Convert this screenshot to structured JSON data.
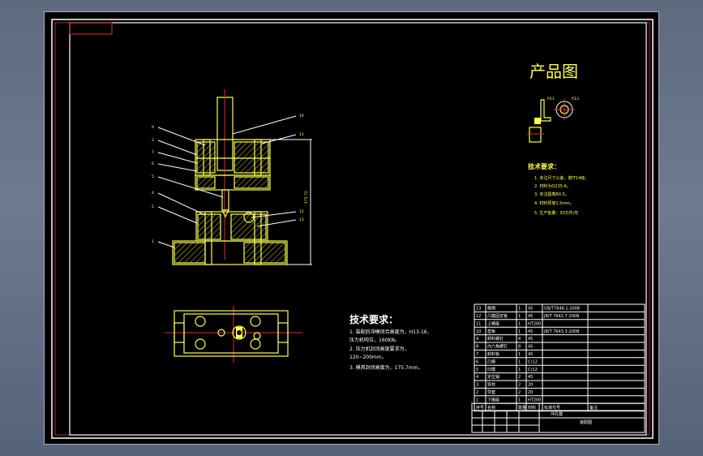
{
  "product_view": {
    "title": "产品图",
    "dims": [
      "R11",
      "R13"
    ],
    "requirements_title": "技术要求：",
    "requirements": [
      "1. 未注尺寸公差，按IT14级。",
      "2. 材料为Q235-A。",
      "3. 未注圆角R0.5。",
      "4. 材料厚度1.5mm。",
      "5. 生产批量：50万件/年"
    ]
  },
  "assembly_view": {
    "callouts_left": [
      "9",
      "3",
      "7",
      "6",
      "5",
      "4",
      "2",
      "1"
    ],
    "callouts_right": [
      "10",
      "11",
      "12",
      "13"
    ],
    "height_dim": "175.72"
  },
  "tech_requirements": {
    "title": "技术要求：",
    "lines": [
      "1. 装配后冲模闭合高度为，H13-16，",
      "   压力机吨位，160KN。",
      "2. 压力机封闭高度要求为，",
      "   120~200mm。",
      "3. 模具封闭高度为，175.7mm。"
    ]
  },
  "parts_table": {
    "rows": [
      [
        "13",
        "模柄",
        "1",
        "45",
        "GB/T7646.1-2008",
        ""
      ],
      [
        "12",
        "凸模固定板",
        "1",
        "45",
        "JB/T 7642.7-2008",
        ""
      ],
      [
        "11",
        "上模座",
        "1",
        "HT200",
        "",
        ""
      ],
      [
        "10",
        "垫板",
        "1",
        "45",
        "JB/T 7643.3-2008",
        ""
      ],
      [
        "9",
        "卸料螺钉",
        "4",
        "45",
        "",
        ""
      ],
      [
        "8",
        "内六角螺钉",
        "8",
        "45",
        "",
        ""
      ],
      [
        "7",
        "卸料板",
        "1",
        "45",
        "",
        ""
      ],
      [
        "6",
        "凸模",
        "1",
        "Cr12",
        "",
        ""
      ],
      [
        "5",
        "凹模",
        "1",
        "Cr12",
        "",
        ""
      ],
      [
        "4",
        "定位销",
        "2",
        "45",
        "",
        ""
      ],
      [
        "3",
        "导柱",
        "2",
        "20",
        "",
        ""
      ],
      [
        "2",
        "导套",
        "2",
        "20",
        "",
        ""
      ],
      [
        "1",
        "下模座",
        "1",
        "HT200",
        "",
        ""
      ]
    ],
    "header": [
      "序号",
      "名称",
      "数量",
      "材料",
      "标准代号",
      "备注"
    ],
    "drawing_name": "冲孔模",
    "drawing_no": "装配图"
  }
}
